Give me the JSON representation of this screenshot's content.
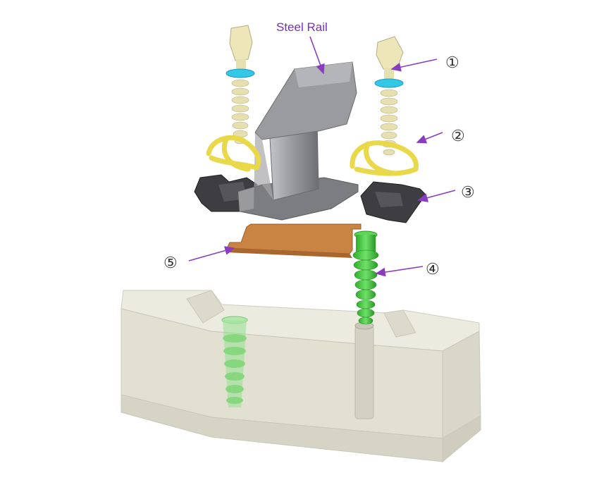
{
  "labels": {
    "steel_rail": "Steel Rail",
    "callout_1": "①",
    "callout_2": "②",
    "callout_3": "③",
    "callout_4": "④",
    "callout_5": "⑤"
  },
  "colors": {
    "background": "#ffffff",
    "label_purple": "#7a2fb0",
    "arrow_purple": "#8a3cc0",
    "callout_text": "#333333",
    "bolt": "#e6e0b0",
    "washer": "#33c7e8",
    "clip": "#e8d84a",
    "rail": "#8f9094",
    "clip_plate": "#3c3c40",
    "pad": "#c9803f",
    "dowel": "#3fc43a",
    "sleeper": "#e4e2d3"
  }
}
